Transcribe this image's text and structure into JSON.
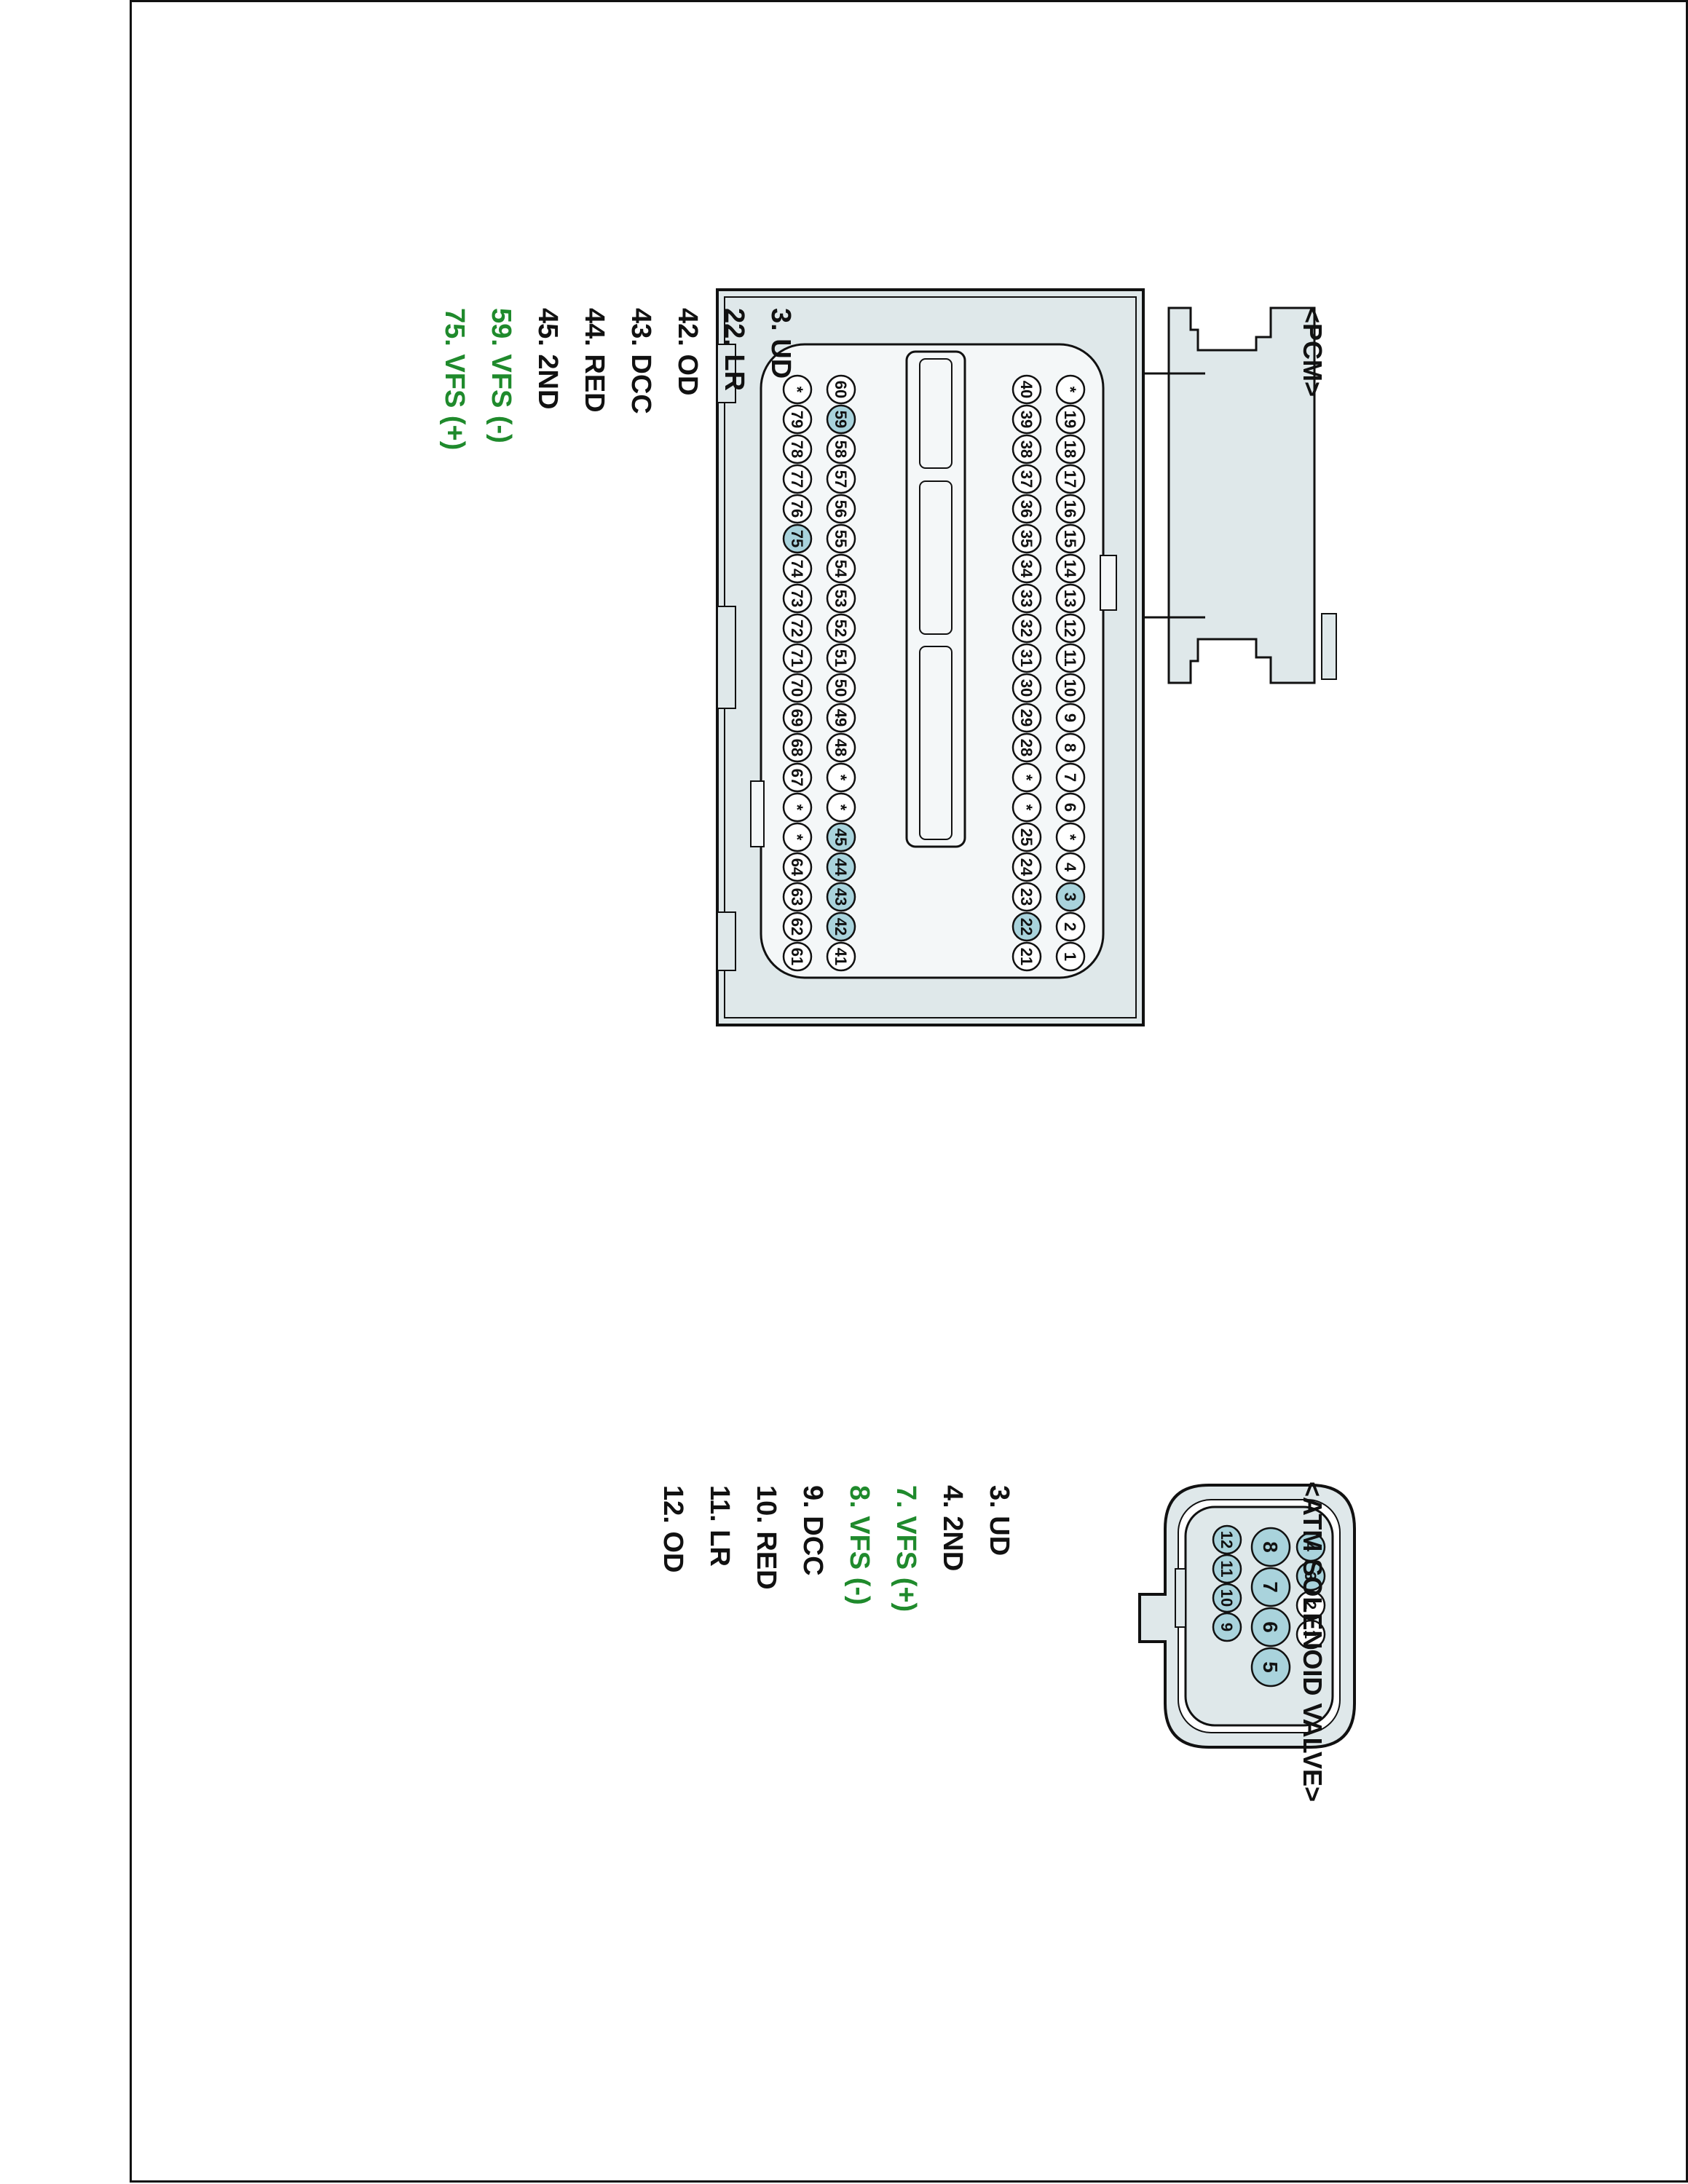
{
  "colors": {
    "ink": "#111111",
    "housing": "#dfe8ea",
    "housing_dark": "#c9d4d7",
    "pin_highlight": "#a9d3dc",
    "signal_green": "#1f8a2c"
  },
  "pcm": {
    "title": "<PCM>",
    "rows": [
      [
        "*",
        "19",
        "18",
        "17",
        "16",
        "15",
        "14",
        "13",
        "12",
        "11",
        "10",
        "9",
        "8",
        "7",
        "6",
        "*",
        "4",
        "3",
        "2",
        "1"
      ],
      [
        "40",
        "39",
        "38",
        "37",
        "36",
        "35",
        "34",
        "33",
        "32",
        "31",
        "30",
        "29",
        "28",
        "*",
        "*",
        "25",
        "24",
        "23",
        "22",
        "21"
      ],
      [
        "60",
        "59",
        "58",
        "57",
        "56",
        "55",
        "54",
        "53",
        "52",
        "51",
        "50",
        "49",
        "48",
        "*",
        "*",
        "45",
        "44",
        "43",
        "42",
        "41"
      ],
      [
        "*",
        "79",
        "78",
        "77",
        "76",
        "75",
        "74",
        "73",
        "72",
        "71",
        "70",
        "69",
        "68",
        "67",
        "*",
        "*",
        "64",
        "63",
        "62",
        "61"
      ]
    ],
    "highlighted": [
      "3",
      "22",
      "42",
      "43",
      "44",
      "45",
      "59",
      "75"
    ],
    "legend": [
      {
        "text": "3. UD",
        "green": false
      },
      {
        "text": "22. LR",
        "green": false
      },
      {
        "text": "42. OD",
        "green": false
      },
      {
        "text": "43. DCC",
        "green": false
      },
      {
        "text": "44. RED",
        "green": false
      },
      {
        "text": "45. 2ND",
        "green": false
      },
      {
        "text": "59. VFS (-)",
        "green": true
      },
      {
        "text": "75. VFS (+)",
        "green": true
      }
    ]
  },
  "atm": {
    "title": "<ATM SOLENOID VALVE>",
    "rows": [
      [
        "4",
        "3",
        "2",
        "1"
      ],
      [
        "8",
        "7",
        "6",
        "5"
      ],
      [
        "12",
        "11",
        "10",
        "9"
      ]
    ],
    "highlighted": [
      "3",
      "4",
      "5",
      "6",
      "7",
      "8",
      "9",
      "10",
      "11",
      "12"
    ],
    "legend": [
      {
        "text": "3. UD",
        "green": false
      },
      {
        "text": "4. 2ND",
        "green": false
      },
      {
        "text": "7. VFS (+)",
        "green": true
      },
      {
        "text": "8. VFS (-)",
        "green": true
      },
      {
        "text": "9. DCC",
        "green": false
      },
      {
        "text": "10. RED",
        "green": false
      },
      {
        "text": "11. LR",
        "green": false
      },
      {
        "text": "12. OD",
        "green": false
      }
    ]
  }
}
